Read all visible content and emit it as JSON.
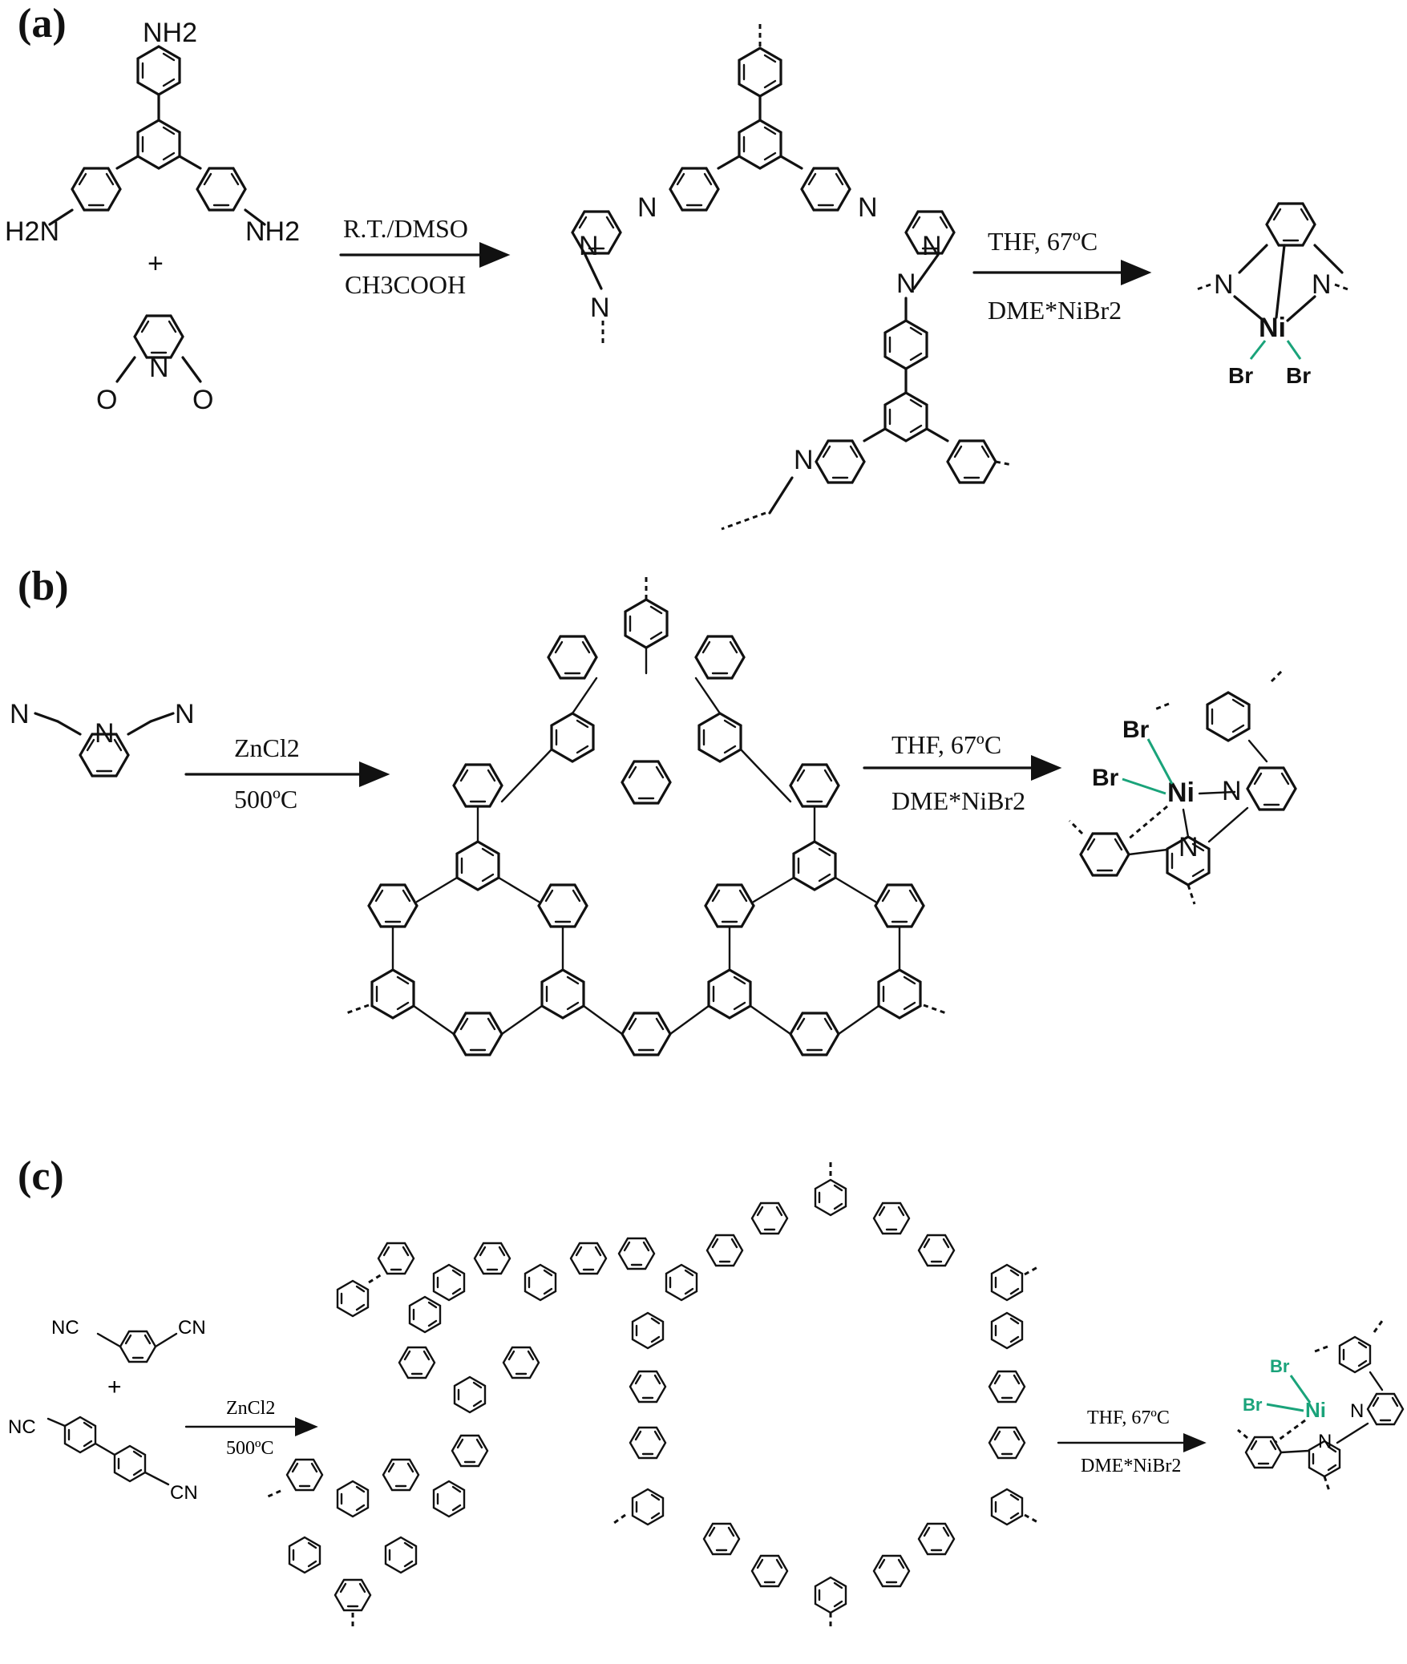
{
  "panels": [
    {
      "label": "(a)",
      "reactants": [
        "NH2",
        "H2N",
        "NH2",
        "+",
        "O",
        "N",
        "O"
      ],
      "step1": {
        "top": "R.T./DMSO",
        "bottom": "CH3COOH"
      },
      "step2": {
        "top": "THF, 67ºC",
        "bottom": "DME*NiBr2"
      },
      "product_atoms": [
        "N",
        "N",
        "Ni",
        "Br",
        "Br"
      ]
    },
    {
      "label": "(b)",
      "reactant_atoms": [
        "N",
        "N",
        "N"
      ],
      "step1": {
        "top": "ZnCl2",
        "bottom": "500ºC"
      },
      "step2": {
        "top": "THF, 67ºC",
        "bottom": "DME*NiBr2"
      },
      "product_atoms": [
        "Br",
        "Br",
        "Ni",
        "N",
        "N"
      ]
    },
    {
      "label": "(c)",
      "reactant_atoms": [
        "NC",
        "CN",
        "+",
        "NC",
        "CN"
      ],
      "step1": {
        "top": "ZnCl2",
        "bottom": "500ºC"
      },
      "step2": {
        "top": "THF, 67ºC",
        "bottom": "DME*NiBr2"
      },
      "product_atoms": [
        "Br",
        "Br",
        "Ni",
        "N",
        "N"
      ]
    }
  ],
  "colors": {
    "ink": "#111111",
    "metal": "#1aa37a"
  }
}
